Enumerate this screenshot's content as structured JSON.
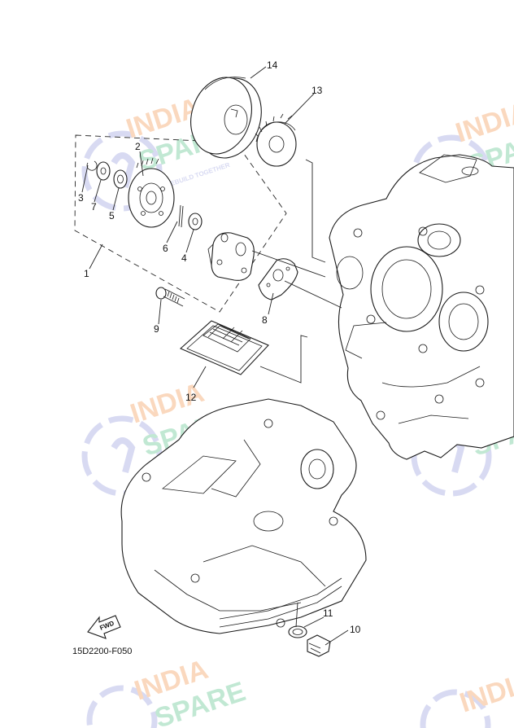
{
  "diagram": {
    "code": "15D2200-F050",
    "fwd_label": "FWD",
    "callouts": [
      {
        "id": "c1",
        "text": "1"
      },
      {
        "id": "c2",
        "text": "2"
      },
      {
        "id": "c3",
        "text": "3"
      },
      {
        "id": "c4",
        "text": "4"
      },
      {
        "id": "c5",
        "text": "5"
      },
      {
        "id": "c6",
        "text": "6"
      },
      {
        "id": "c7",
        "text": "7"
      },
      {
        "id": "c8",
        "text": "8"
      },
      {
        "id": "c9",
        "text": "9"
      },
      {
        "id": "c10",
        "text": "10"
      },
      {
        "id": "c11",
        "text": "11"
      },
      {
        "id": "c12",
        "text": "12"
      },
      {
        "id": "c13",
        "text": "13"
      },
      {
        "id": "c14",
        "text": "14"
      }
    ]
  },
  "watermark": {
    "line1": "INDIA",
    "line2": "SPARE",
    "tagline": "REBUILD TOGETHER",
    "colors": {
      "orange": "#f7b98a",
      "green": "#8fd6b0",
      "blue": "#b9bde8"
    }
  }
}
